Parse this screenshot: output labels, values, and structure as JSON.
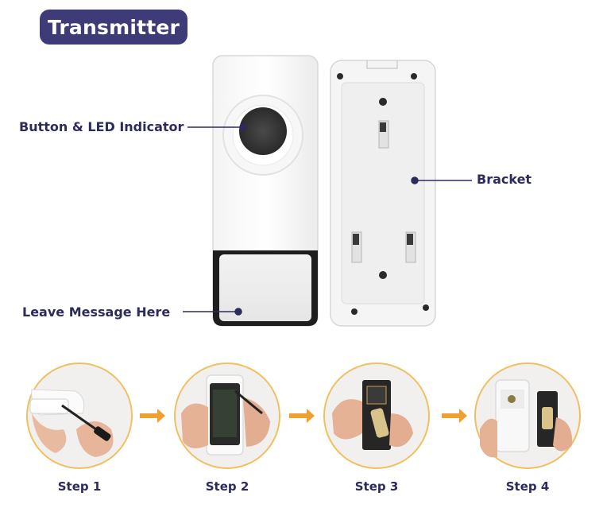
{
  "title": "Transmitter",
  "callouts": {
    "button_led": "Button & LED Indicator",
    "bracket": "Bracket",
    "leave_message": "Leave Message Here"
  },
  "steps": [
    {
      "label": "Step  1"
    },
    {
      "label": "Step  2"
    },
    {
      "label": "Step  3"
    },
    {
      "label": "Step  4"
    }
  ],
  "colors": {
    "title_bg": "#3f3a78",
    "label_text": "#2c2b5c",
    "circle_border": "#f0c060",
    "arrow": "#f0a030"
  }
}
